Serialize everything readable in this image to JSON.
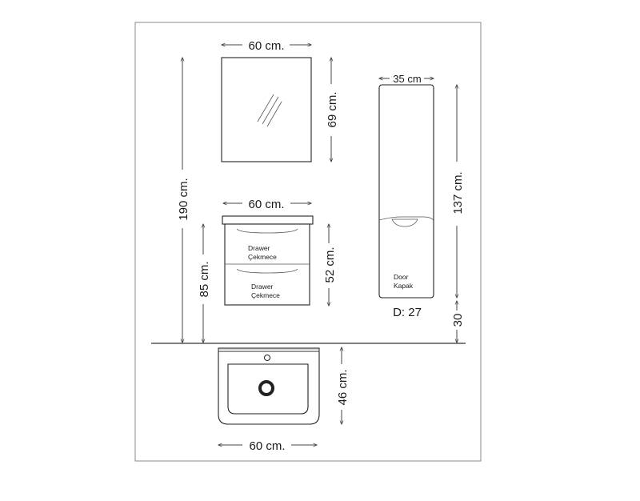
{
  "labels": {
    "mirror_width": "60 cm.",
    "mirror_height": "69 cm.",
    "cabinet_width": "60 cm.",
    "cabinet_height": "52 cm.",
    "total_height": "190 cm.",
    "floor_height": "85 cm.",
    "tall_width": "35 cm",
    "tall_height": "137 cm.",
    "tall_floor_height": "30",
    "tall_depth": "D: 27",
    "basin_width": "60 cm.",
    "basin_depth": "46 cm.",
    "drawer_top_en": "Drawer",
    "drawer_top_tr": "Çekmece",
    "drawer_bottom_en": "Drawer",
    "drawer_bottom_tr": "Çekmece",
    "door_en": "Door",
    "door_tr": "Kapak"
  },
  "colors": {
    "line": "#444444",
    "text": "#1a1a1a",
    "frame": "#888888"
  }
}
